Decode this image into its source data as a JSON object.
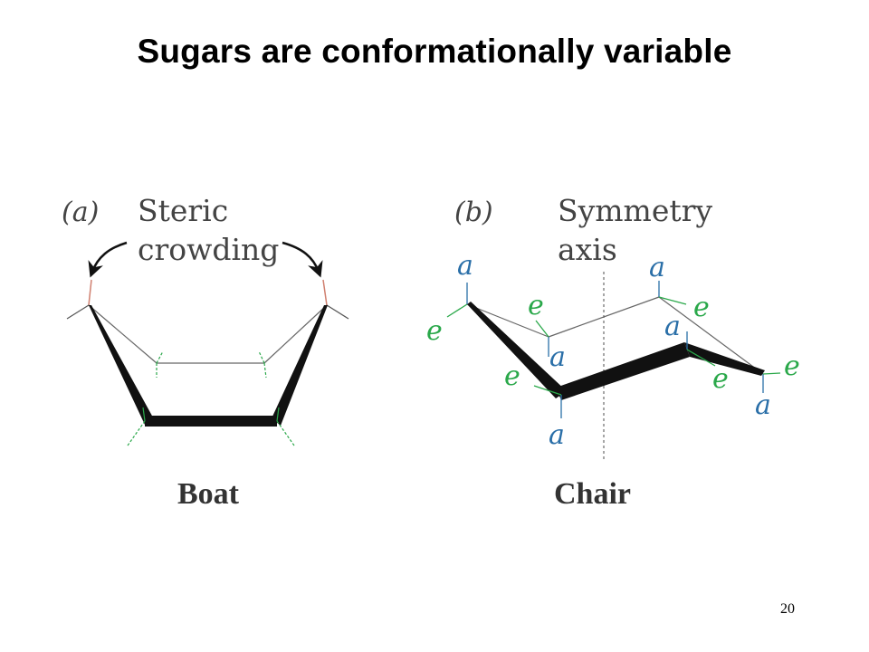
{
  "slide": {
    "title": "Sugars are conformationally variable",
    "page_number": "20"
  },
  "panel_a": {
    "tag": "(a)",
    "annotation_line1": "Steric",
    "annotation_line2": "crowding",
    "caption": "Boat"
  },
  "panel_b": {
    "tag": "(b)",
    "annotation_line1": "Symmetry",
    "annotation_line2": "axis",
    "caption": "Chair",
    "axial_label": "a",
    "equatorial_label": "e"
  },
  "colors": {
    "axial": "#2a6fa8",
    "equatorial": "#2aa84a",
    "crowding_bond": "#d08070",
    "ring_bold": "#111111",
    "ring_thin": "#777777"
  }
}
